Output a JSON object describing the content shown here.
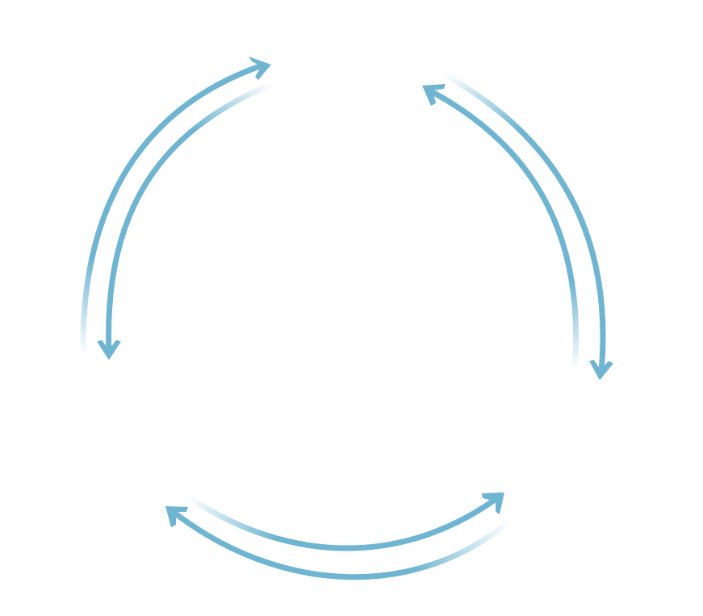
{
  "diagram": {
    "type": "cycle",
    "arrow_color": "#6fb5d2",
    "background_color": "#ffffff",
    "icon": "bidirectional-cycle-arrows-icon",
    "arrow_pairs": [
      {
        "name": "left",
        "directions": [
          "up",
          "down"
        ]
      },
      {
        "name": "right",
        "directions": [
          "up",
          "down"
        ]
      },
      {
        "name": "bottom",
        "directions": [
          "left",
          "right"
        ]
      }
    ]
  }
}
